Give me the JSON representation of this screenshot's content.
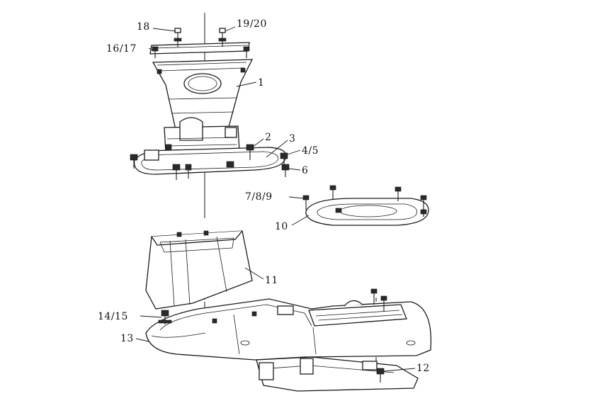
{
  "callouts": {
    "c1": "1",
    "c2": "2",
    "c3": "3",
    "c4_5": "4/5",
    "c6": "6",
    "c7_8_9": "7/8/9",
    "c10": "10",
    "c11": "11",
    "c12": "12",
    "c13": "13",
    "c14_15": "14/15",
    "c16_17": "16/17",
    "c18": "18",
    "c19_20": "19/20"
  }
}
